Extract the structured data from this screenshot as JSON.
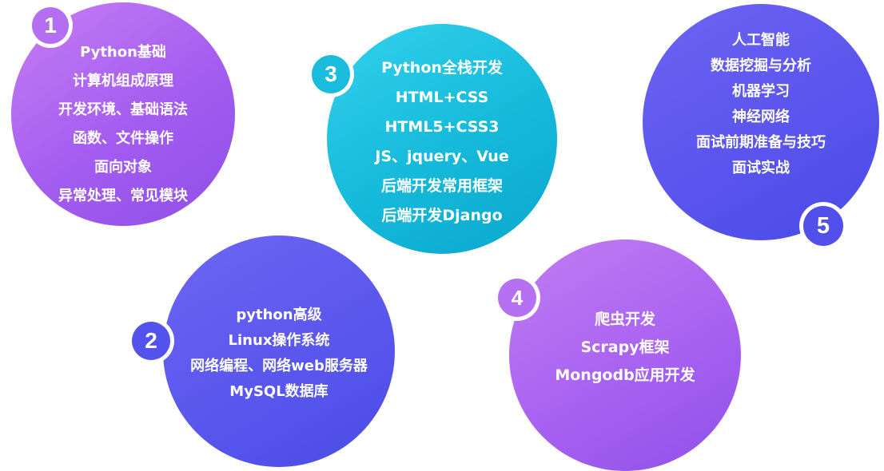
{
  "colors": {
    "purple": "#a35cf0",
    "cyan": "#15b9da",
    "indigo": "#5a55ee",
    "badge_outline": "#ffffff"
  },
  "circles": [
    {
      "number": "1",
      "items": [
        "Python基础",
        "计算机组成原理",
        "开发环境、基础语法",
        "函数、文件操作",
        "面向对象",
        "异常处理、常见模块"
      ]
    },
    {
      "number": "2",
      "items": [
        "python高级",
        "Linux操作系统",
        "网络编程、网络web服务器",
        "MySQL数据库"
      ]
    },
    {
      "number": "3",
      "items": [
        "Python全栈开发",
        "HTML+CSS",
        "HTML5+CSS3",
        "JS、jquery、Vue",
        "后端开发常用框架",
        "后端开发Django"
      ]
    },
    {
      "number": "4",
      "items": [
        "爬虫开发",
        "Scrapy框架",
        "Mongodb应用开发"
      ]
    },
    {
      "number": "5",
      "items": [
        "人工智能",
        "数据挖掘与分析",
        "机器学习",
        "神经网络",
        "面试前期准备与技巧",
        "面试实战"
      ]
    }
  ]
}
